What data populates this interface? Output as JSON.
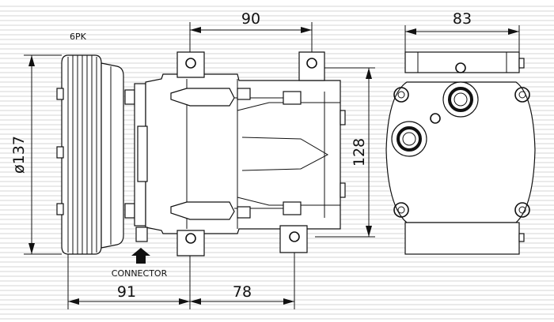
{
  "labels": {
    "belt": "6PK",
    "connector": "CONNECTOR"
  },
  "dimensions": {
    "top_width": "90",
    "side_width": "83",
    "pulley_diameter": "ø137",
    "height": "128",
    "bottom_left": "91",
    "bottom_right": "78"
  },
  "colors": {
    "line": "#111111",
    "background_lines": "#c8c8c8",
    "paper": "#ffffff"
  }
}
